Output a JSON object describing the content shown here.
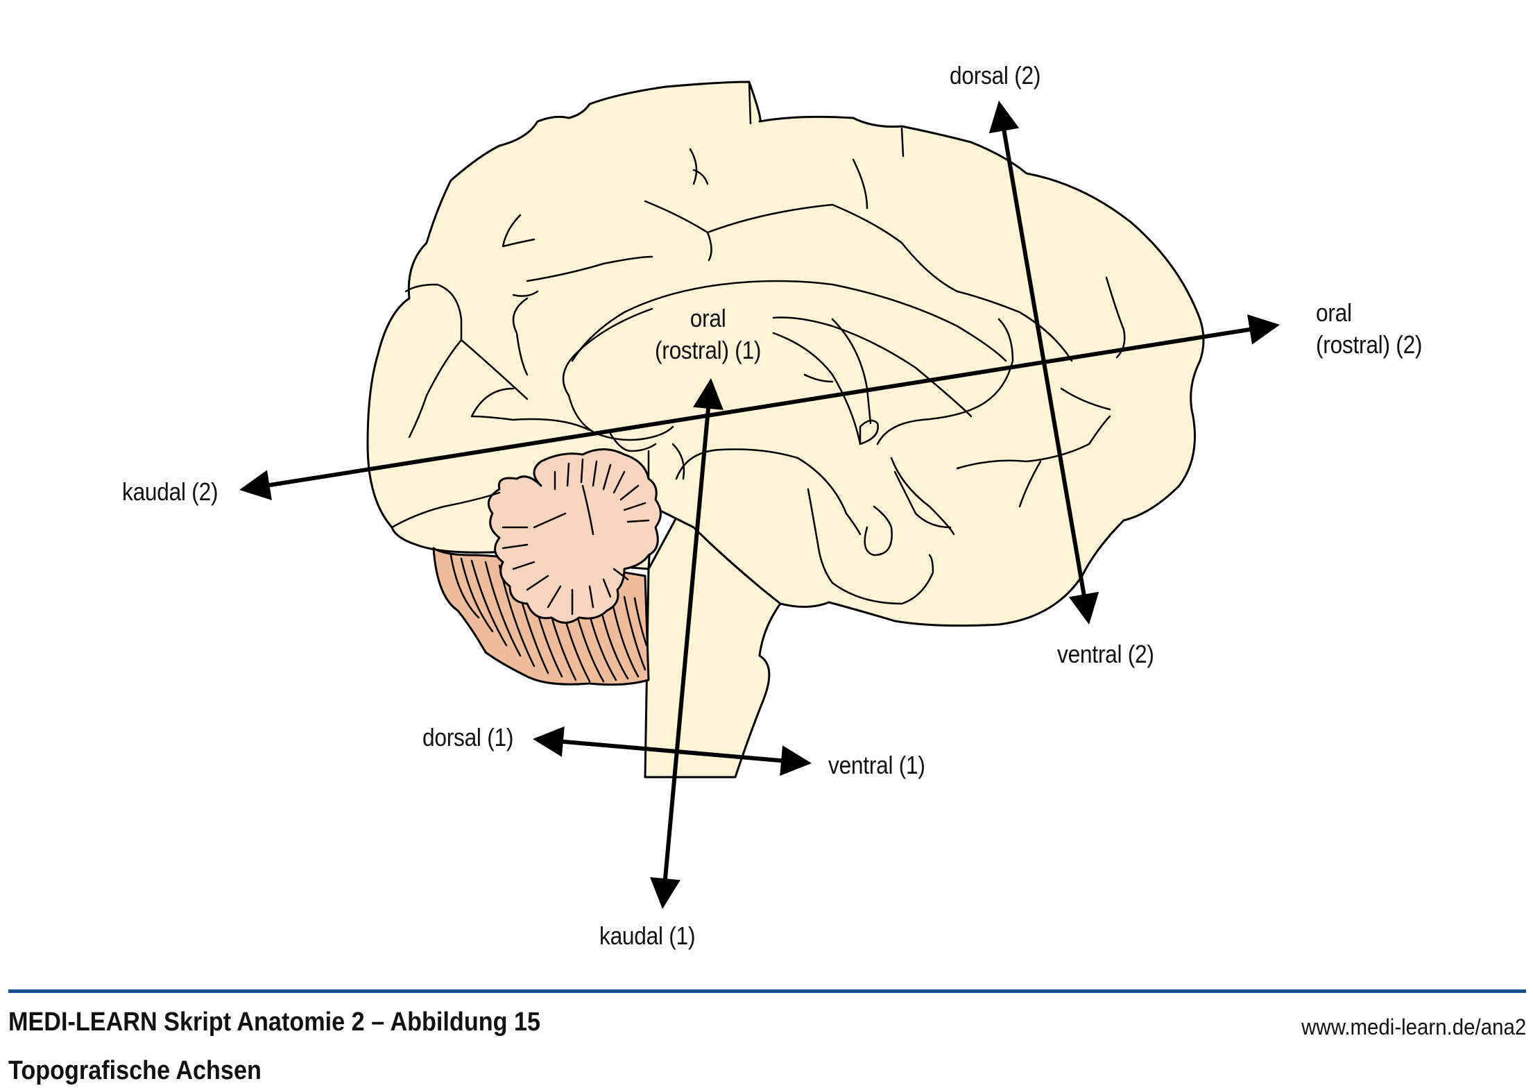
{
  "figure": {
    "title": "MEDI-LEARN Skript Anatomie 2 – Abbildung 15",
    "subtitle": "Topografische Achsen",
    "url": "www.medi-learn.de/ana2",
    "colors": {
      "cerebrum": "#fdf3d6",
      "cerebellum": "#f8d5bf",
      "cerebellum_folia": "#efbc9c",
      "outline": "#000000",
      "rule": "#1a4f8f"
    }
  },
  "axes": [
    {
      "id": "axis-rostral-kaudal-1",
      "description": "Brainstem/spinal axis (1)",
      "ends": [
        {
          "label": "oral\n(rostral) (1)"
        },
        {
          "label": "kaudal (1)"
        }
      ]
    },
    {
      "id": "axis-dorsal-ventral-1",
      "description": "Brainstem dorso-ventral axis (1)",
      "ends": [
        {
          "label": "dorsal (1)"
        },
        {
          "label": "ventral (1)"
        }
      ]
    },
    {
      "id": "axis-rostral-kaudal-2",
      "description": "Forebrain axis (2)",
      "ends": [
        {
          "label": "oral\n(rostral) (2)"
        },
        {
          "label": "kaudal (2)"
        }
      ]
    },
    {
      "id": "axis-dorsal-ventral-2",
      "description": "Forebrain dorso-ventral axis (2)",
      "ends": [
        {
          "label": "dorsal (2)"
        },
        {
          "label": "ventral (2)"
        }
      ]
    }
  ],
  "structures": [
    "cerebrum",
    "cerebellum",
    "brainstem"
  ]
}
